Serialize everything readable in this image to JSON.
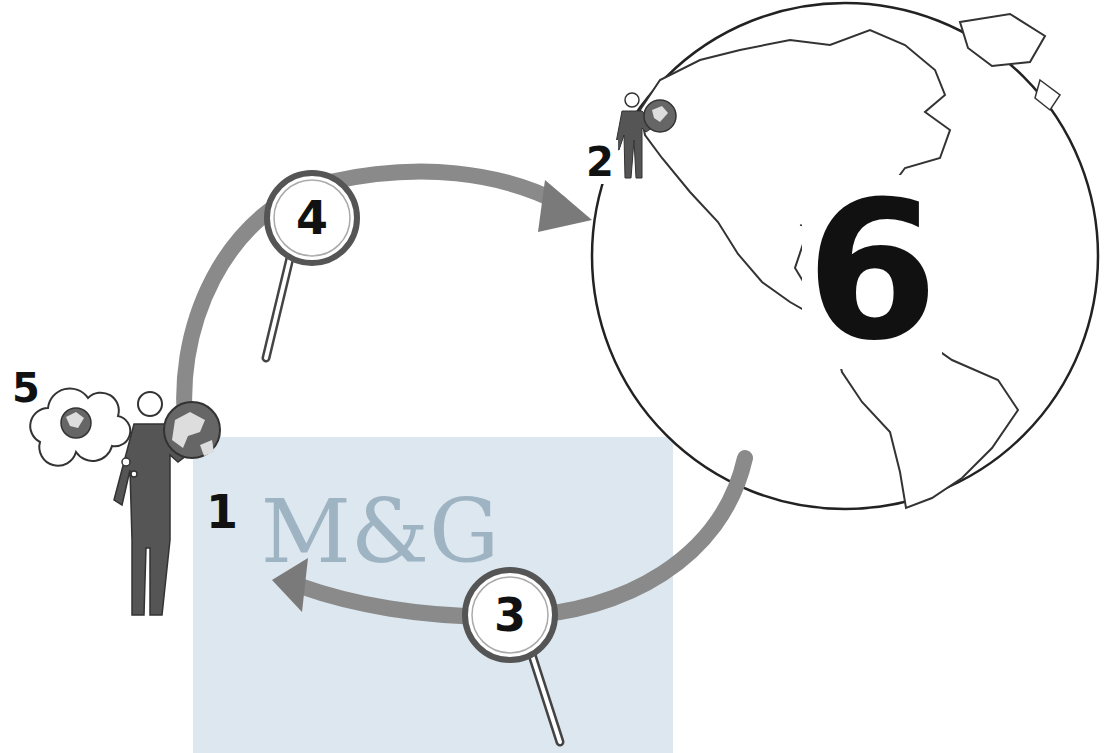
{
  "diagram": {
    "labels": [
      "5",
      "4",
      "2",
      "6",
      "1",
      "3",
      "M&G"
    ]
  }
}
